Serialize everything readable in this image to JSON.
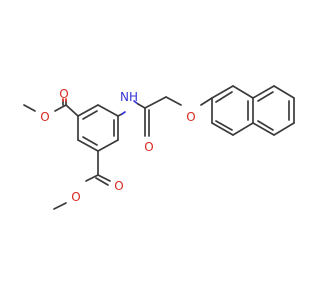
{
  "molecule": {
    "atoms": {
      "o_ester1_carbonyl": "O",
      "o_ester1_ether": "O",
      "o_ester2_carbonyl": "O",
      "o_ester2_ether": "O",
      "nh_amide": "NH",
      "o_amide_carbonyl": "O",
      "o_naphthyl_ether": "O"
    },
    "colors": {
      "carbon_bond": "#3a3a3a",
      "oxygen": "#d82a22",
      "nitrogen": "#3535d6"
    }
  }
}
